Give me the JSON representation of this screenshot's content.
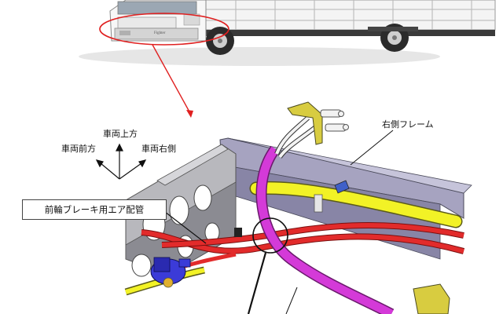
{
  "labels": {
    "up": "車両上方",
    "front": "車両前方",
    "right": "車両右側",
    "right_frame": "右側フレーム",
    "front_brake_pipe": "前輪ブレーキ用エア配管"
  },
  "truck_badge": "Fighter",
  "colors": {
    "frame": "#8e8aa8",
    "yellow_pipe": "#f2f226",
    "red_pipe": "#e22b2b",
    "magenta_pipe": "#d43ad8",
    "annotation_red": "#e02020",
    "valve_blue": "#3b3bd8"
  }
}
